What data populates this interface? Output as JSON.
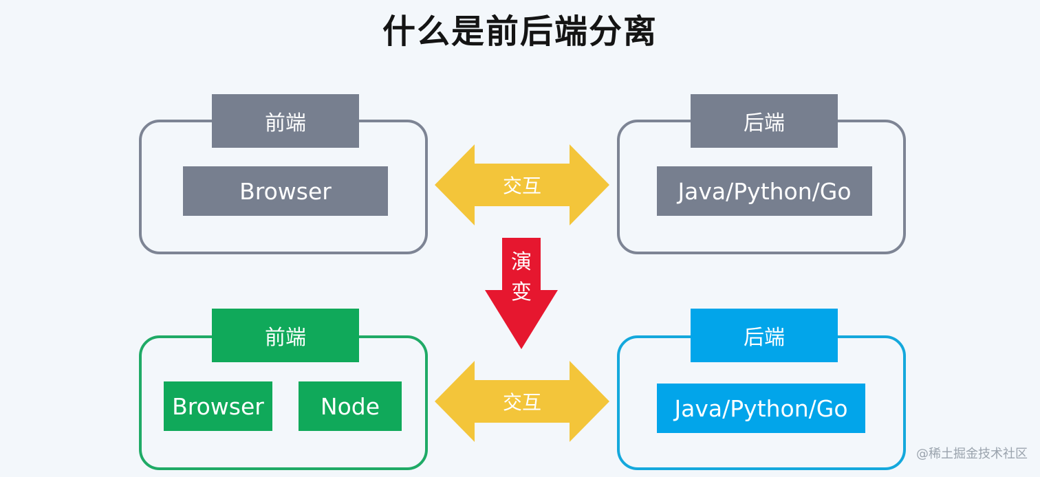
{
  "title": "什么是前后端分离",
  "top": {
    "frontend": {
      "label": "前端",
      "items": [
        "Browser"
      ]
    },
    "interaction_label": "交互",
    "backend": {
      "label": "后端",
      "items": [
        "Java/Python/Go"
      ]
    }
  },
  "evolution_label": [
    "演",
    "变"
  ],
  "bottom": {
    "frontend": {
      "label": "前端",
      "items": [
        "Browser",
        "Node"
      ]
    },
    "interaction_label": "交互",
    "backend": {
      "label": "后端",
      "items": [
        "Java/Python/Go"
      ]
    }
  },
  "watermark": "@稀土掘金技术社区",
  "colors": {
    "gray": "#777f8f",
    "green": "#10a95a",
    "blue": "#02a5ea",
    "arrow_yellow": "#f3c53a",
    "arrow_red": "#e6172f"
  }
}
